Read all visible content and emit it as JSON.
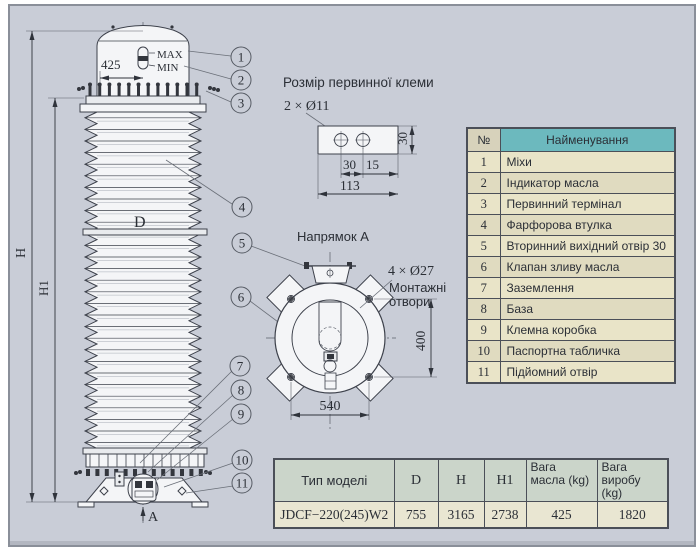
{
  "drawing": {
    "dim_h": "H",
    "dim_h1": "H1",
    "dim_d": "D",
    "dim_425": "425",
    "gauge_max": "MAX",
    "gauge_min": "MIN",
    "view_arrow_label": "A",
    "callouts": [
      "1",
      "2",
      "3",
      "4",
      "5",
      "6",
      "7",
      "8",
      "9",
      "10",
      "11"
    ]
  },
  "terminal_detail": {
    "title": "Розмір первинної клеми",
    "holes_label": "2 × Ø11",
    "dim_height": "30",
    "dim_spacing": "30",
    "dim_offset": "15",
    "dim_width": "113"
  },
  "top_view": {
    "title": "Напрямок А",
    "holes_label": "4 × Ø27",
    "holes_caption_line1": "Монтажні",
    "holes_caption_line2": "отвори",
    "dim_vertical": "400",
    "dim_horizontal": "540"
  },
  "parts_table": {
    "col_num": "№",
    "col_name": "Найменування",
    "rows": [
      {
        "num": "1",
        "name": "Міхи"
      },
      {
        "num": "2",
        "name": "Індикатор масла"
      },
      {
        "num": "3",
        "name": "Первинний термінал"
      },
      {
        "num": "4",
        "name": "Фарфорова втулка"
      },
      {
        "num": "5",
        "name": "Вторинний вихідний отвір 30"
      },
      {
        "num": "6",
        "name": "Клапан зливу масла"
      },
      {
        "num": "7",
        "name": "Заземлення"
      },
      {
        "num": "8",
        "name": "База"
      },
      {
        "num": "9",
        "name": "Клемна коробка"
      },
      {
        "num": "10",
        "name": "Паспортна табличка"
      },
      {
        "num": "11",
        "name": "Підйомний отвір"
      }
    ]
  },
  "model_table": {
    "headers": [
      "Тип моделі",
      "D",
      "H",
      "H1",
      "Вага масла (kg)",
      "Вага виробу (kg)"
    ],
    "row": [
      "JDCF−220(245)W2",
      "755",
      "3165",
      "2738",
      "425",
      "1820"
    ]
  },
  "colors": {
    "background": "#c9cdd7",
    "line": "#3d414b",
    "parts_header_teal": "#6cb9be",
    "parts_row_beige": "#e9e4c8",
    "model_header_green": "#cbd5ca",
    "model_row_beige": "#e9e6d2"
  }
}
